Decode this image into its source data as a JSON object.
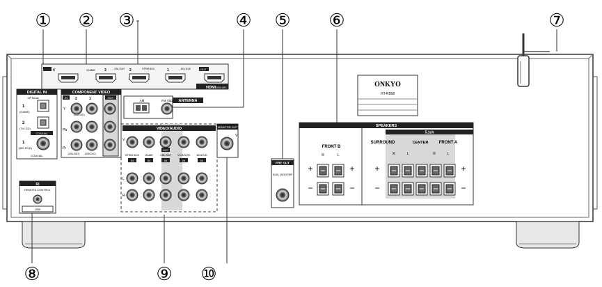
{
  "callouts": [
    "①",
    "②",
    "③",
    "④",
    "⑤",
    "⑥",
    "⑦",
    "⑧",
    "⑨",
    "⑩"
  ],
  "hdmi": {
    "label": "HDMI",
    "label2": "2000 ARC",
    "inputs": [
      "4",
      "/GAME",
      "3",
      "CBL/ SAT",
      "2",
      "STRM BOX",
      "1",
      "BD/ DVD",
      "OUT"
    ]
  },
  "digital_in": {
    "title": "DIGITAL IN",
    "optical": "OPTICAL",
    "opt1": "1",
    "opt1_name": "(GAME)",
    "opt2": "2",
    "opt2_name": "(TV/ CD)",
    "coaxial_head": "COAXIAL",
    "coax": "1",
    "coax_name": "(BD/ DVD)",
    "coax_foot": "COAXIAL"
  },
  "component_video": {
    "title": "COMPONENT VIDEO",
    "in_label": "IN",
    "in1": "1",
    "in2": "2",
    "out_label": "OUT",
    "y": "Y",
    "pb": "Pb",
    "pr": "Pr",
    "sub1": "(BD/DVD)",
    "sub2": "(CBL/SAT)",
    "sub3": "(BD/DVD)"
  },
  "antenna": {
    "am": "AM",
    "fm": "FM 75Ω",
    "label": "ANTENNA"
  },
  "video_audio": {
    "title": "VIDEO/AUDIO",
    "v": "V",
    "l": "L",
    "r": "R",
    "inputs": [
      "STRM BOX",
      "GAME",
      "CBL/SAT",
      "VCR/DVR",
      "BD/DVD"
    ],
    "in_badges": [
      "IN",
      "IN",
      "IN",
      "IN",
      "IN"
    ],
    "out_badge": "OUT",
    "monitor_out": "MONITOR OUT",
    "monitor_v": "V"
  },
  "pre_out": {
    "title": "PRE OUT",
    "sub": "SUB- WOOFER"
  },
  "brand": {
    "name": "ONKYO",
    "model": "HT-R558"
  },
  "speakers": {
    "title": "SPEAKERS",
    "front_b": "FRONT B",
    "five_ch": "5.1ch",
    "surround": "SURROUND",
    "center": "CENTER",
    "front_a": "FRONT A",
    "r": "R",
    "l": "L",
    "plus": "+",
    "minus": "−"
  },
  "ri": {
    "title": "RI",
    "sub": "REMOTE CONTROL",
    "foot": "USB"
  }
}
